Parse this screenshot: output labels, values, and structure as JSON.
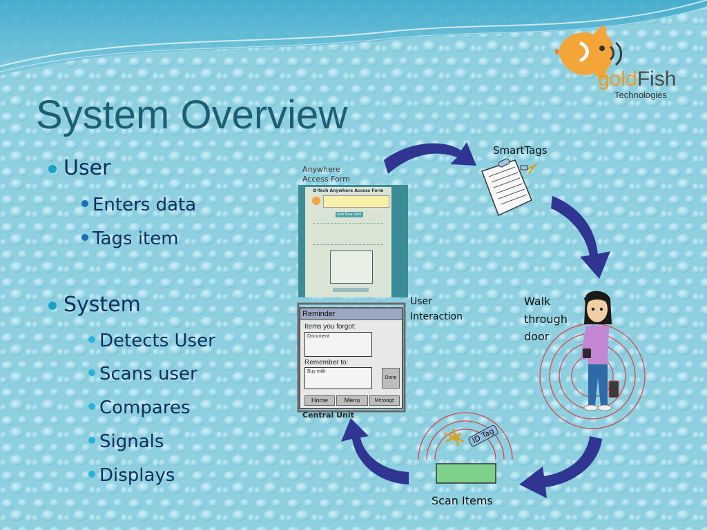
{
  "slide": {
    "title": "System Overview"
  },
  "logo": {
    "word_gold": "gold",
    "word_fish": "Fish",
    "tagline": "Technologies"
  },
  "bullets": [
    {
      "level": 1,
      "text": "User"
    },
    {
      "level": 2,
      "text": "Enters data"
    },
    {
      "level": 2,
      "text": "Tags item"
    },
    {
      "level": 1,
      "text": "System"
    },
    {
      "level": 2,
      "text": "Detects User"
    },
    {
      "level": 2,
      "text": "Scans user"
    },
    {
      "level": 2,
      "text": "Compares"
    },
    {
      "level": 2,
      "text": "Signals"
    },
    {
      "level": 2,
      "text": "Displays"
    }
  ],
  "diagram": {
    "anywhere_line1": "Anywhere",
    "anywhere_line2": "Access Form",
    "form_header": "D-Tech Anywhere Access Form",
    "form_button": "Add New Item",
    "smarttags": "SmartTags",
    "walk_line1": "Walk",
    "walk_line2": "through",
    "walk_line3": "door",
    "scan_items": "Scan Items",
    "id_tag": "ID Tag",
    "user_line1": "User",
    "user_line2": "Interaction",
    "central_unit": "Central Unit",
    "reminder": {
      "header": "Reminder",
      "forgot_label": "Items you forgot:",
      "forgot_value": "Document",
      "remember_label": "Remember to:",
      "remember_value": "Buy milk",
      "done": "Done",
      "home": "Home",
      "menu": "Menu",
      "message": "Message"
    },
    "colors": {
      "arrow": "#2f3590",
      "form_frame": "#3b8c96",
      "scanner_box": "#7fd08a",
      "ring": "#d8424a"
    }
  }
}
